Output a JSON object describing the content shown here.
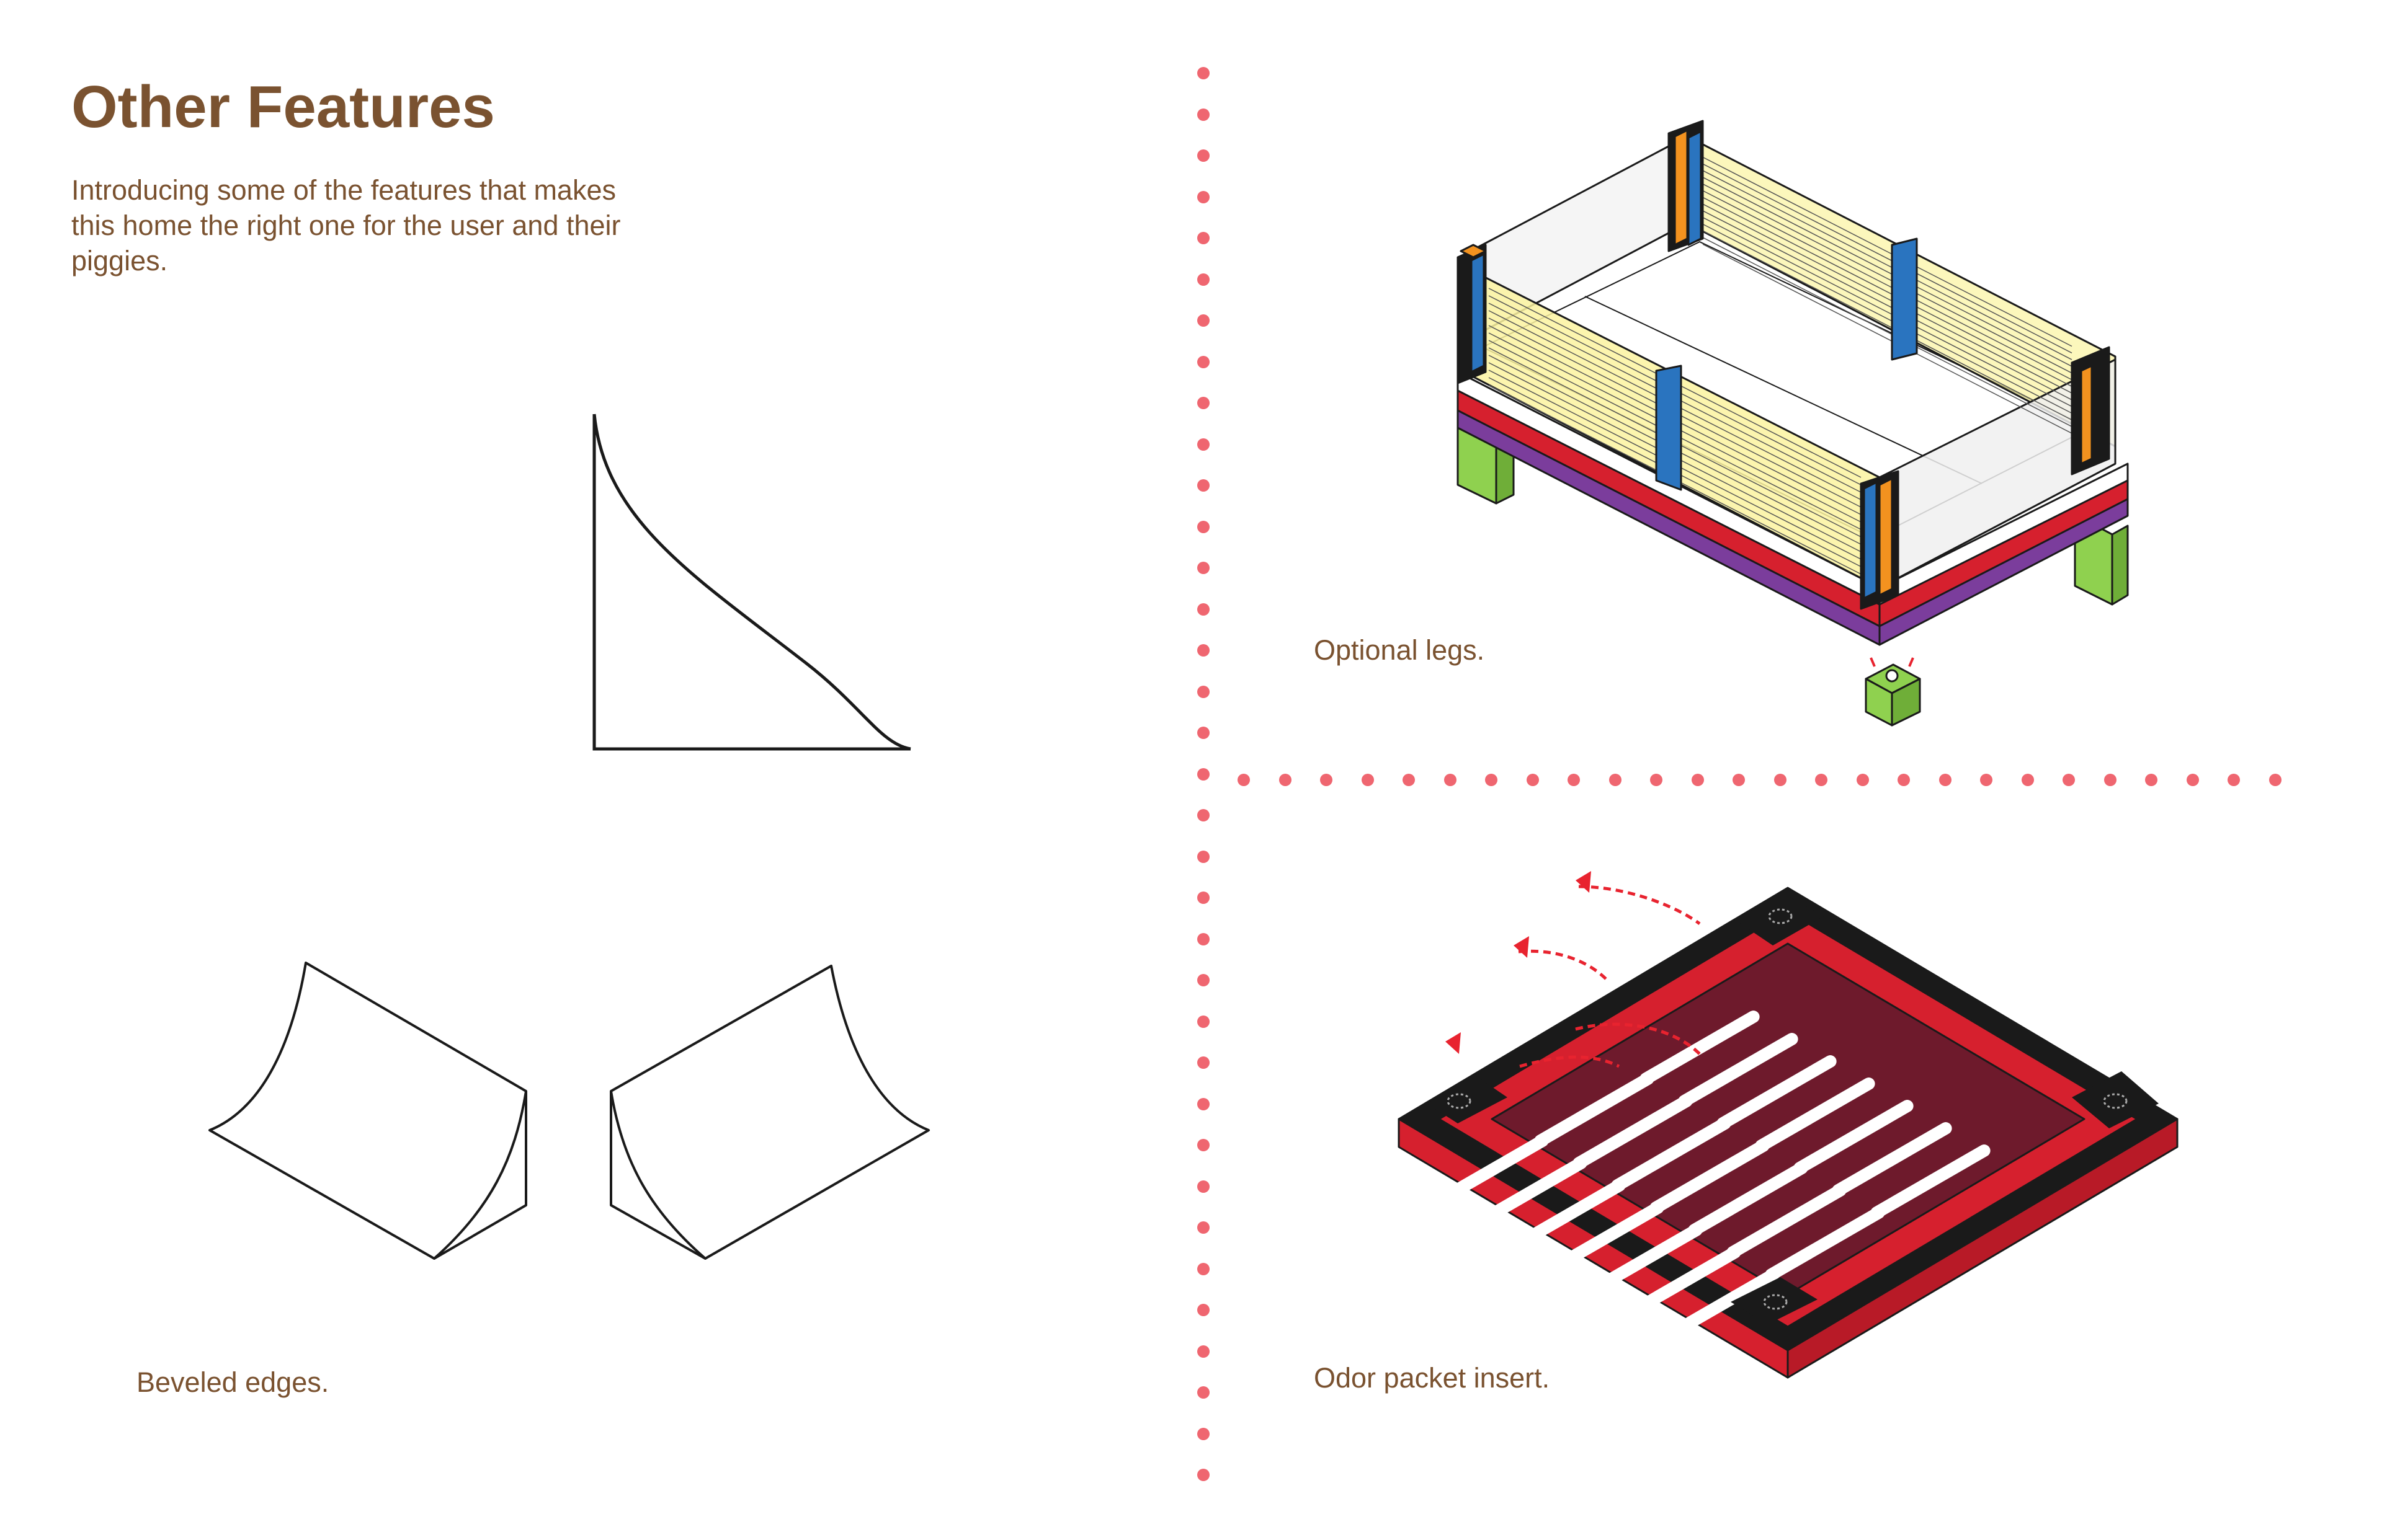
{
  "page": {
    "title": "Other Features",
    "intro": "Introducing some of the features that makes this home the right one for the user and their piggies."
  },
  "features": [
    {
      "id": "beveled-edges",
      "caption": "Beveled edges."
    },
    {
      "id": "optional-legs",
      "caption": "Optional legs."
    },
    {
      "id": "odor-packet-insert",
      "caption": "Odor packet insert."
    }
  ],
  "colors": {
    "heading": "#7a5230",
    "divider_dots": "#ef6670",
    "frame_red": "#d6202e",
    "tray_floor": "#6e1a2c",
    "panel_yellow": "#fbf3a0",
    "post_blue": "#2a74bf",
    "post_orange": "#f3921f",
    "leg_green": "#8fd14f",
    "base_purple": "#7b3d9c",
    "arrow_red": "#e8232f"
  }
}
